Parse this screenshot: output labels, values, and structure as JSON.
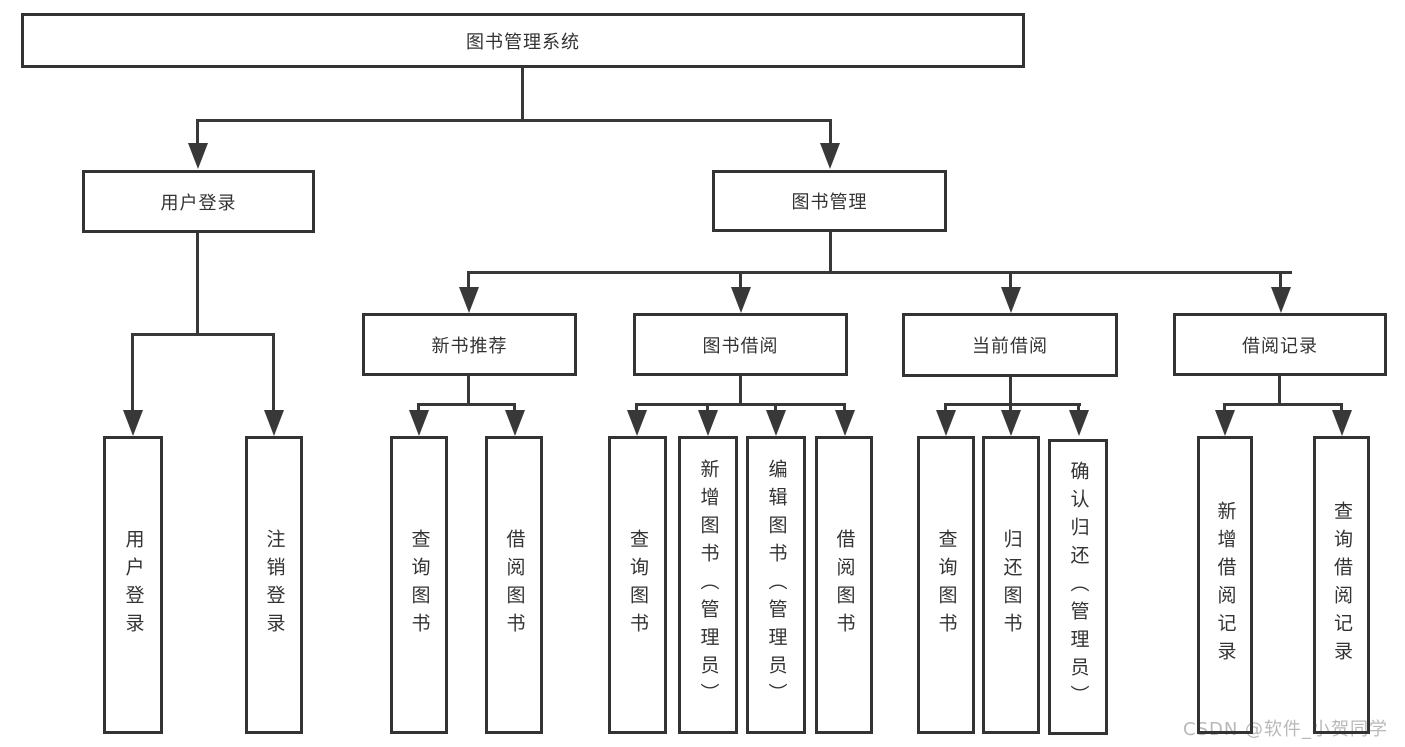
{
  "diagram": {
    "nodes": {
      "root": "图书管理系统",
      "user_login": "用户登录",
      "book_mgmt": "图书管理",
      "new_book_rec": "新书推荐",
      "book_borrow": "图书借阅",
      "current_borrow": "当前借阅",
      "borrow_records": "借阅记录",
      "ul_login": "用户登录",
      "ul_logout": "注销登录",
      "nb_query": "查询图书",
      "nb_borrow": "借阅图书",
      "bb_query": "查询图书",
      "bb_add": "新增图书（管理员）",
      "bb_edit": "编辑图书（管理员）",
      "bb_borrow": "借阅图书",
      "cb_query": "查询图书",
      "cb_return": "归还图书",
      "cb_confirm": "确认归还（管理员）",
      "br_add": "新增借阅记录",
      "br_query": "查询借阅记录"
    },
    "watermark": "CSDN @软件_小贺同学",
    "colors": {
      "line": "#383838",
      "box_border": "#333333",
      "text": "#333333",
      "background": "#ffffff",
      "watermark": "#b9b9bc"
    }
  }
}
